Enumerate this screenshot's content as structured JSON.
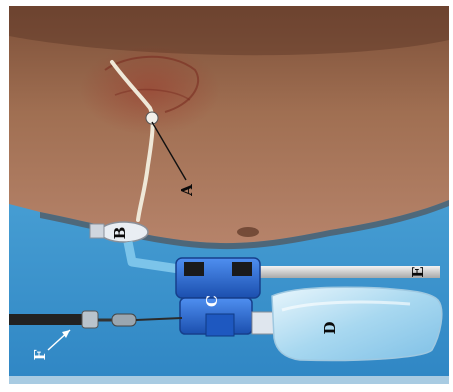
{
  "figure": {
    "labels": {
      "a": "A",
      "b": "B",
      "c": "C",
      "d": "D",
      "e": "E",
      "f": "F"
    }
  },
  "colors": {
    "skin": "#9a6a4e",
    "skin_shadow": "#6e4530",
    "background": "#4aa7d6",
    "device_blue": "#2a6fd6",
    "bag_fluid": "#bfe3f5",
    "catheter": "#e9e2d2",
    "tubing": "#d9d9d9"
  }
}
